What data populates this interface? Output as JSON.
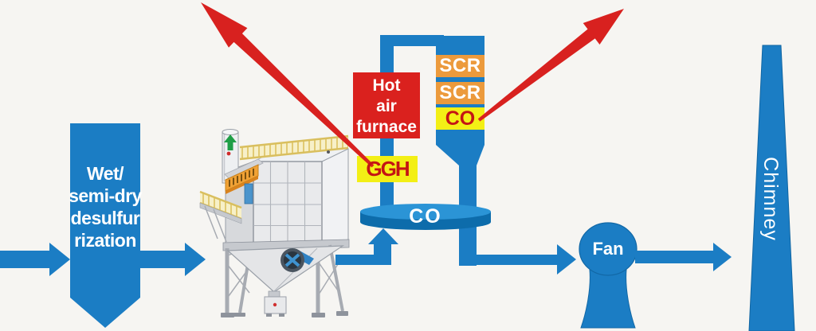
{
  "diagram": {
    "desulfurization": {
      "label": "Wet/\nsemi-dry\ndesulfur\nrization"
    },
    "hot_air_furnace": {
      "label": "Hot\nair\nfurnace"
    },
    "ggh": {
      "label": "GGH"
    },
    "scr_reactor": {
      "layer_top": "SCR",
      "layer_middle": "SCR",
      "layer_bottom": "CO"
    },
    "gas_disk": {
      "label": "CO"
    },
    "fan": {
      "label": "Fan"
    },
    "chimney": {
      "label": "Chimney"
    }
  },
  "icons": {
    "baghouse_stack": "up-arrow-icon"
  },
  "colors": {
    "flow_blue": "#1b7dc4",
    "disk_top_blue": "#2b94d6",
    "disk_side_blue": "#0d6cab",
    "hot_arrow_red": "#d8211f",
    "furnace_red": "#da211e",
    "label_yellow": "#f3ef15",
    "scr_orange": "#ec9a3c",
    "red_text": "#c41414",
    "background": "#f6f5f2"
  }
}
